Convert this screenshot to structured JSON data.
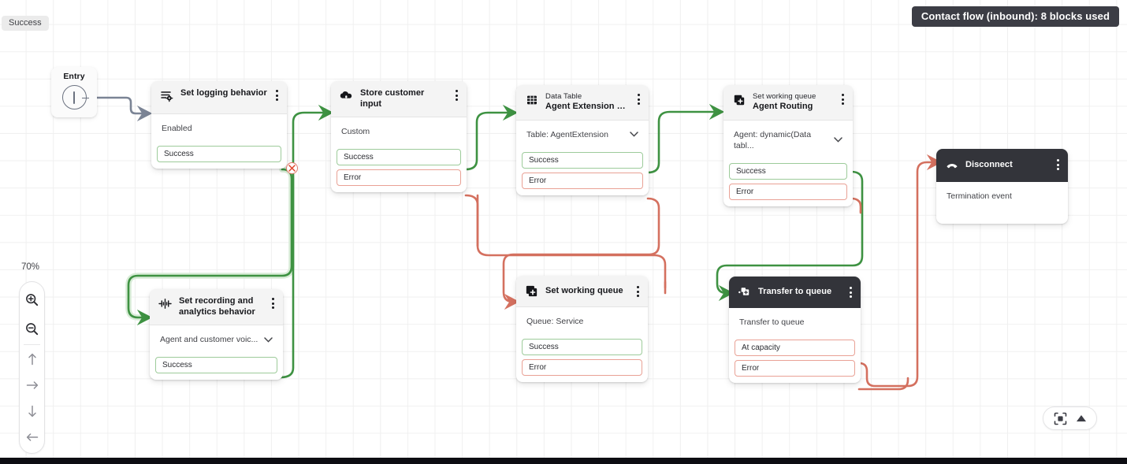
{
  "banner": {
    "text": "Contact flow (inbound): 8 blocks used"
  },
  "tooltip": {
    "text": "Success"
  },
  "zoom": {
    "level": "70%",
    "in_icon": "zoom-in-icon",
    "out_icon": "zoom-out-icon",
    "pan_up": "arrow-up-icon",
    "pan_right": "arrow-right-icon",
    "pan_down": "arrow-down-icon",
    "pan_left": "arrow-left-icon"
  },
  "fitbar": {
    "fit_icon": "fit-to-screen-icon",
    "collapse_icon": "triangle-up-icon"
  },
  "colors": {
    "success": "#3e9242",
    "error": "#d4705f",
    "entry_wire": "#7b8495",
    "dark_header": "#33343a",
    "banner_bg": "#3c3d45"
  },
  "entry": {
    "label": "Entry",
    "icon": "entry-point-icon"
  },
  "blocks": [
    {
      "id": "set-logging-behavior",
      "icon": "logging-gear-icon",
      "subtitle": "",
      "title": "Set logging behavior",
      "value": "Enabled",
      "has_chevron": false,
      "dark": false,
      "ports": [
        {
          "label": "Success",
          "kind": "ok"
        }
      ]
    },
    {
      "id": "store-customer-input",
      "icon": "store-input-cloud-icon",
      "subtitle": "",
      "title": "Store customer input",
      "value": "Custom",
      "has_chevron": false,
      "dark": false,
      "ports": [
        {
          "label": "Success",
          "kind": "ok"
        },
        {
          "label": "Error",
          "kind": "err"
        }
      ]
    },
    {
      "id": "agent-extension-lookup",
      "icon": "data-table-icon",
      "subtitle": "Data Table",
      "title": "Agent Extension Loo...",
      "value": "Table: AgentExtension",
      "has_chevron": true,
      "dark": false,
      "ports": [
        {
          "label": "Success",
          "kind": "ok"
        },
        {
          "label": "Error",
          "kind": "err"
        }
      ]
    },
    {
      "id": "agent-routing",
      "icon": "set-working-queue-icon",
      "subtitle": "Set working queue",
      "title": "Agent Routing",
      "value": "Agent: dynamic(Data tabl...",
      "has_chevron": true,
      "dark": false,
      "ports": [
        {
          "label": "Success",
          "kind": "ok"
        },
        {
          "label": "Error",
          "kind": "err"
        }
      ]
    },
    {
      "id": "disconnect",
      "icon": "disconnect-phone-icon",
      "subtitle": "",
      "title": "Disconnect",
      "value": "Termination event",
      "has_chevron": false,
      "dark": true,
      "ports": []
    },
    {
      "id": "set-recording-and-analytics-behavior",
      "icon": "waveform-icon",
      "subtitle": "",
      "title": "Set recording and analytics behavior",
      "value": "Agent and customer voic...",
      "has_chevron": true,
      "dark": false,
      "ports": [
        {
          "label": "Success",
          "kind": "ok"
        }
      ]
    },
    {
      "id": "set-working-queue",
      "icon": "set-working-queue-icon",
      "subtitle": "",
      "title": "Set working queue",
      "value": "Queue: Service",
      "has_chevron": false,
      "dark": false,
      "ports": [
        {
          "label": "Success",
          "kind": "ok"
        },
        {
          "label": "Error",
          "kind": "err"
        }
      ]
    },
    {
      "id": "transfer-to-queue",
      "icon": "transfer-to-queue-icon",
      "subtitle": "",
      "title": "Transfer to queue",
      "value": "Transfer to queue",
      "has_chevron": false,
      "dark": true,
      "ports": [
        {
          "label": "At capacity",
          "kind": "err"
        },
        {
          "label": "Error",
          "kind": "err"
        }
      ]
    }
  ]
}
